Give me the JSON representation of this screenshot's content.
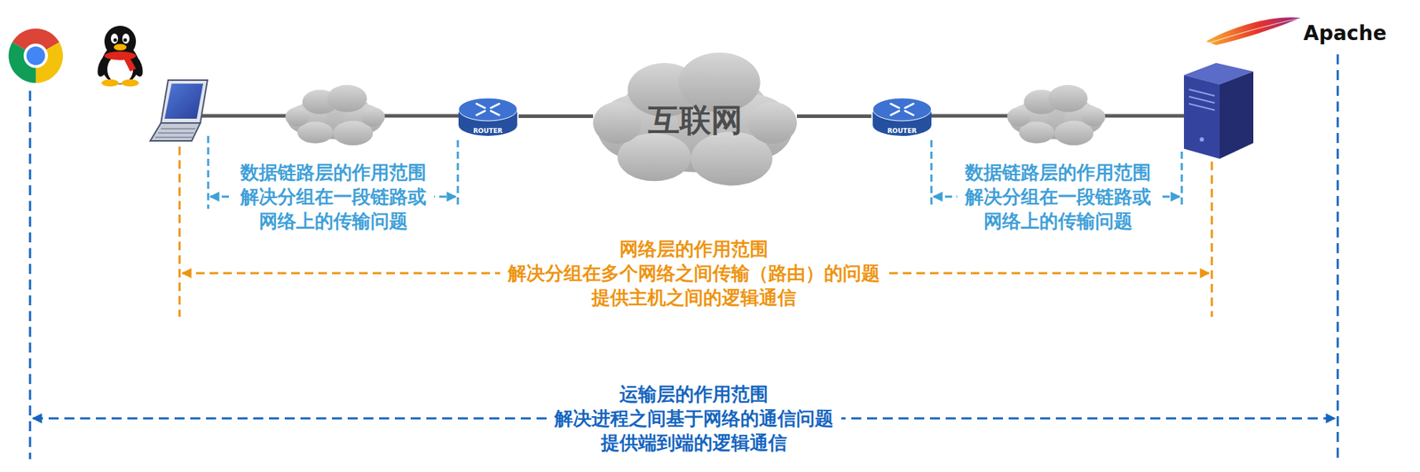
{
  "diagram": {
    "nodes": [
      {
        "text": [
          "ROUTER"
        ]
      },
      {
        "text": [
          "互联网"
        ]
      },
      {
        "text": [
          "ROUTER"
        ]
      }
    ],
    "edges": [
      {
        "from": 0,
        "to": 1,
        "arrow": "none"
      },
      {
        "from": 1,
        "to": 2,
        "arrow": "none"
      }
    ],
    "labels": [
      "Apache",
      "数据链路层的作用范围",
      "解决分组在一段链路或 网络上的传输问题",
      "数据链路层的作用范围",
      "解决分组在一段链路或 网络上的传输问题",
      "网络层的作用范围",
      "解决分组在多个网络之间传输（路由）的问题 提供主机之间的逻辑通信",
      "运输层的作用范围",
      "解决进程之间基于网络的通信问题 提供端到端的逻辑通信"
    ]
  }
}
